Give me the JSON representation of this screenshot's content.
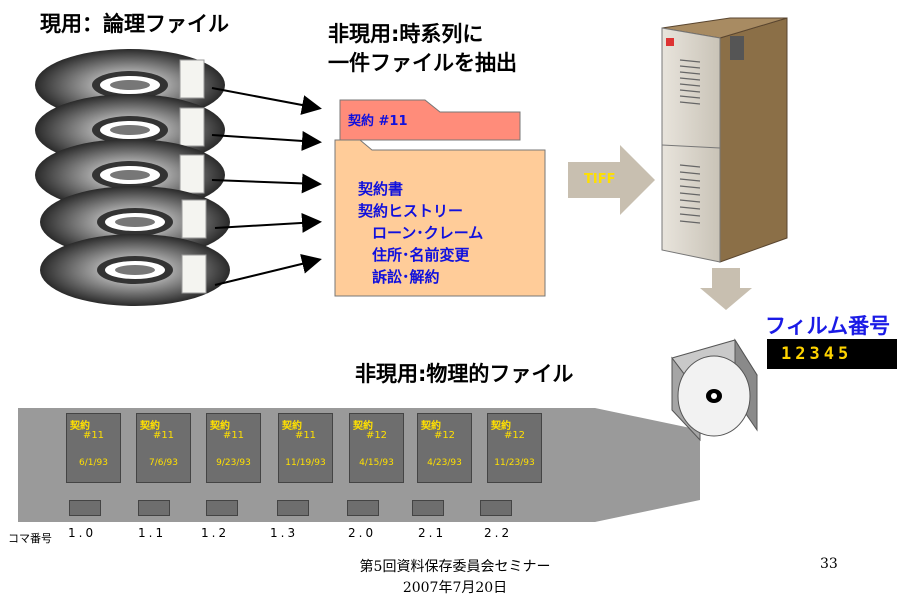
{
  "titles": {
    "current": "現用：論理ファイル",
    "extract_line1": "非現用:時系列に",
    "extract_line2": "一件ファイルを抽出",
    "physical": "非現用:物理的ファイル"
  },
  "folder": {
    "tab": "契約 #11",
    "lines": [
      "契約書",
      "契約ヒストリー",
      "ローン･クレーム",
      "住所･名前変更",
      "訴訟･解約"
    ]
  },
  "tiff_label": "TIFF",
  "film": {
    "label": "フィルム番号",
    "counter": "12345"
  },
  "frames": [
    {
      "contract": "契約",
      "number": "#11",
      "date": "6/1/93"
    },
    {
      "contract": "契約",
      "number": "#11",
      "date": "7/6/93"
    },
    {
      "contract": "契約",
      "number": "#11",
      "date": "9/23/93"
    },
    {
      "contract": "契約",
      "number": "#11",
      "date": "11/19/93"
    },
    {
      "contract": "契約",
      "number": "#12",
      "date": "4/15/93"
    },
    {
      "contract": "契約",
      "number": "#12",
      "date": "4/23/93"
    },
    {
      "contract": "契約",
      "number": "#12",
      "date": "11/23/93"
    }
  ],
  "frame_numbers": [
    "1.0",
    "1.1",
    "1.2",
    "1.3",
    "2.0",
    "2.1",
    "2.2"
  ],
  "koma_label": "コマ番号",
  "footer": {
    "line1": "第5回資料保存委員会セミナー",
    "line2": "2007年7月20日",
    "page": "33"
  },
  "colors": {
    "folder_fill": "#ffcc99",
    "folder_tab": "#ff8c7a",
    "server": "#8b6f47",
    "arrow_gray": "#c8bfb0",
    "film_gray": "#9a9a9a",
    "frame_text": "#ffe000",
    "folder_text": "#1010dd"
  }
}
